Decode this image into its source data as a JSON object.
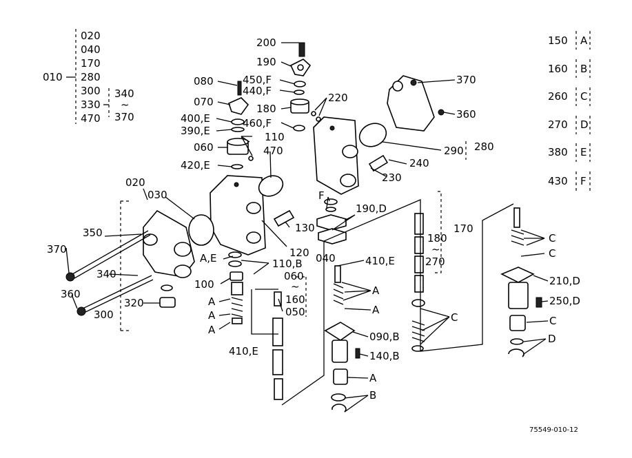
{
  "group_010": {
    "number": "010",
    "items": [
      "020",
      "040",
      "170",
      "280",
      "300",
      "330",
      "470"
    ],
    "sub_range": {
      "from": "340",
      "tilde": "~",
      "to": "370"
    }
  },
  "legend": [
    {
      "number": "150",
      "letter": "A"
    },
    {
      "number": "160",
      "letter": "B"
    },
    {
      "number": "260",
      "letter": "C"
    },
    {
      "number": "270",
      "letter": "D"
    },
    {
      "number": "380",
      "letter": "E"
    },
    {
      "number": "430",
      "letter": "F"
    }
  ],
  "callouts": {
    "c200": "200",
    "c190": "190",
    "c450f": "450,F",
    "c440f": "440,F",
    "c080": "080",
    "c220": "220",
    "c070": "070",
    "c180": "180",
    "c400e": "400,E",
    "c460f": "460,F",
    "c390e": "390,E",
    "c110": "110",
    "c060": "060",
    "c470": "470",
    "c420e": "420,E",
    "c370a": "370",
    "c360a": "360",
    "c290": "290",
    "c280": "280",
    "c240": "240",
    "c230": "230",
    "c020": "020",
    "c030": "030",
    "cF": "F",
    "c190d": "190,D",
    "c130": "130",
    "c350": "350",
    "c370b": "370",
    "c120": "120",
    "c170": "170",
    "c180b": "180",
    "tilde1": "~",
    "c270": "270",
    "cAE": "A,E",
    "c040": "040",
    "c110b": "110,B",
    "c410e": "410,E",
    "c340": "340",
    "c060b": "060",
    "tilde2": "~",
    "c160": "160",
    "c100": "100",
    "cA1": "A",
    "cA2": "A",
    "cA3": "A",
    "c360b": "360",
    "c320": "320",
    "c300": "300",
    "c050": "050",
    "cA4": "A",
    "cA5": "A",
    "c410e2": "410,E",
    "c090b": "090,B",
    "c140b": "140,B",
    "cA6": "A",
    "cB": "B",
    "cC1": "C",
    "cC2": "C",
    "cC3": "C",
    "c210d": "210,D",
    "c250d": "250,D",
    "cC4": "C",
    "cD": "D"
  },
  "figure_id": "75549-010-12"
}
